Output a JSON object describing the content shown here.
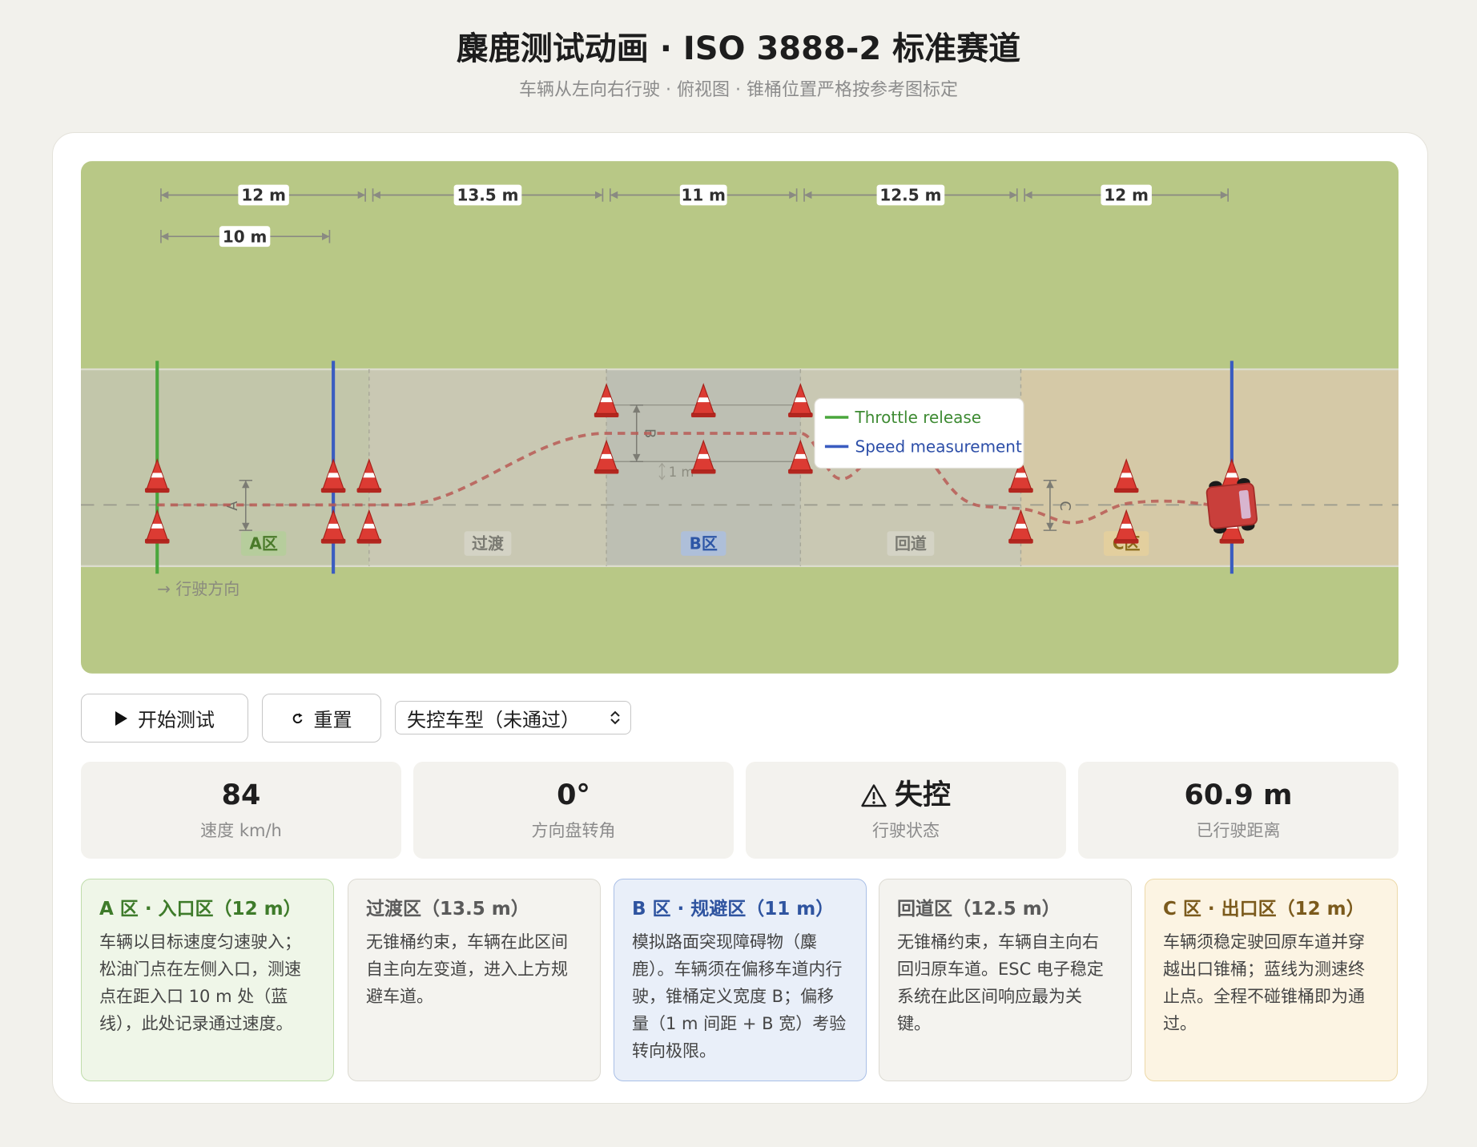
{
  "header": {
    "title": "麋鹿测试动画 · ISO 3888-2 标准赛道",
    "subtitle": "车辆从左向右行驶 · 俯视图 · 锥桶位置严格按参考图标定"
  },
  "track": {
    "segments": [
      "12 m",
      "13.5 m",
      "11 m",
      "12.5 m",
      "12 m"
    ],
    "measure_distance": "10 m",
    "zones": [
      "A区",
      "过渡",
      "B区",
      "回道",
      "C区"
    ],
    "width_labels": {
      "a": "A",
      "b": "B",
      "c": "C"
    },
    "lane_gap": "1 m",
    "direction": "→ 行驶方向",
    "legend": {
      "throttle_release": "Throttle release",
      "speed_measurement": "Speed measurement"
    },
    "colors": {
      "grass": "#b8c886",
      "road": "#c9c8b3",
      "throttle_line": "#4aa63c",
      "speed_line": "#3a5cc0",
      "trajectory": "#b85a55",
      "cone": "#dc3b33",
      "vehicle": "#c93f3b"
    }
  },
  "controls": {
    "start": {
      "icon": "play-icon",
      "label": "开始测试"
    },
    "reset": {
      "icon": "reset-icon",
      "label": "重置"
    },
    "vehicle_select": {
      "selected": "失控车型（未通过）",
      "icon": "chevron-updown-icon"
    }
  },
  "stats": [
    {
      "value": "84",
      "label": "速度 km/h"
    },
    {
      "value": "0°",
      "label": "方向盘转角"
    },
    {
      "icon": "warning-icon",
      "value": "失控",
      "label": "行驶状态"
    },
    {
      "value": "60.9 m",
      "label": "已行驶距离"
    }
  ],
  "zone_cards": [
    {
      "title": "A 区 · 入口区（12 m）",
      "text": "车辆以目标速度匀速驶入；松油门点在左侧入口，测速点在距入口 10 m 处（蓝线），此处记录通过速度。"
    },
    {
      "title": "过渡区（13.5 m）",
      "text": "无锥桶约束，车辆在此区间自主向左变道，进入上方规避车道。"
    },
    {
      "title": "B 区 · 规避区（11 m）",
      "text": "模拟路面突现障碍物（麋鹿）。车辆须在偏移车道内行驶，锥桶定义宽度 B；偏移量（1 m 间距 + B 宽）考验转向极限。"
    },
    {
      "title": "回道区（12.5 m）",
      "text": "无锥桶约束，车辆自主向右回归原车道。ESC 电子稳定系统在此区间响应最为关键。"
    },
    {
      "title": "C 区 · 出口区（12 m）",
      "text": "车辆须稳定驶回原车道并穿越出口锥桶；蓝线为测速终止点。全程不碰锥桶即为通过。"
    }
  ]
}
